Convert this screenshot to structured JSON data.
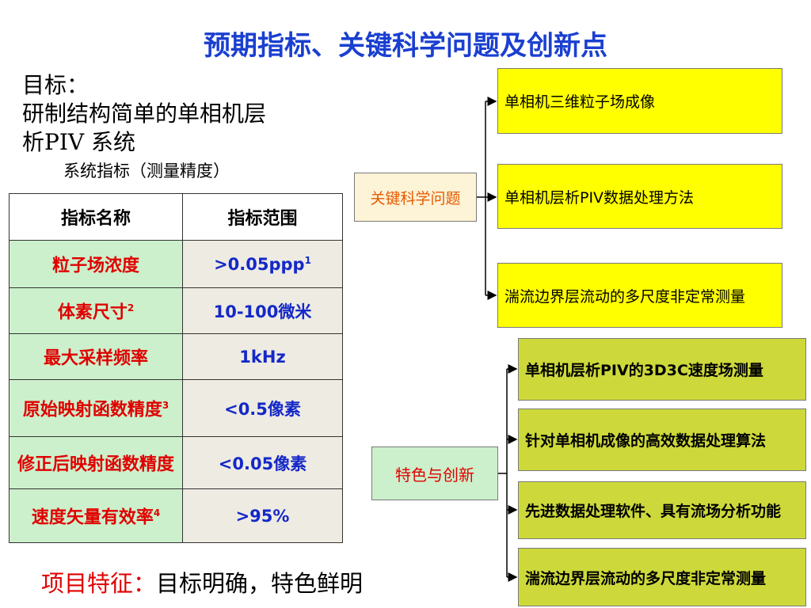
{
  "title": "预期指标、关键科学问题及创新点",
  "goal": {
    "label": "目标：",
    "line1": "研制结构简单的单相机层",
    "line2": "析PIV 系统"
  },
  "table_caption": "系统指标（测量精度）",
  "table": {
    "headers": [
      "指标名称",
      "指标范围"
    ],
    "rows": [
      {
        "name": "粒子场浓度",
        "name_sup": "",
        "value": ">0.05ppp",
        "value_sup": "1"
      },
      {
        "name": "体素尺寸",
        "name_sup": "2",
        "value": "10-100微米",
        "value_sup": ""
      },
      {
        "name": "最大采样频率",
        "name_sup": "",
        "value": "1kHz",
        "value_sup": ""
      },
      {
        "name": "原始映射函数精度",
        "name_sup": "3",
        "value": "<0.5像素",
        "value_sup": ""
      },
      {
        "name": "修正后映射函数精度",
        "name_sup": "",
        "value": "<0.05像素",
        "value_sup": ""
      },
      {
        "name": "速度矢量有效率",
        "name_sup": "4",
        "value": ">95%",
        "value_sup": ""
      }
    ]
  },
  "project_feature": {
    "label": "项目特征：",
    "text": "目标明确，特色鲜明"
  },
  "key_issues": {
    "label": "关键科学问题",
    "items": [
      "单相机三维粒子场成像",
      "单相机层析PIV数据处理方法",
      "湍流边界层流动的多尺度非定常测量"
    ]
  },
  "innovations": {
    "label": "特色与创新",
    "items": [
      "单相机层析PIV的3D3C速度场测量",
      "针对单相机成像的高效数据处理算法",
      "先进数据处理软件、具有流场分析功能",
      "湍流边界层流动的多尺度非定常测量"
    ]
  },
  "colors": {
    "title": "#1a3fd0",
    "red": "#e00000",
    "blue_value": "#1428c8",
    "yellow_box": "#ffff00",
    "olive_box": "#cdd93a",
    "green_cell": "#ccf0cc"
  }
}
